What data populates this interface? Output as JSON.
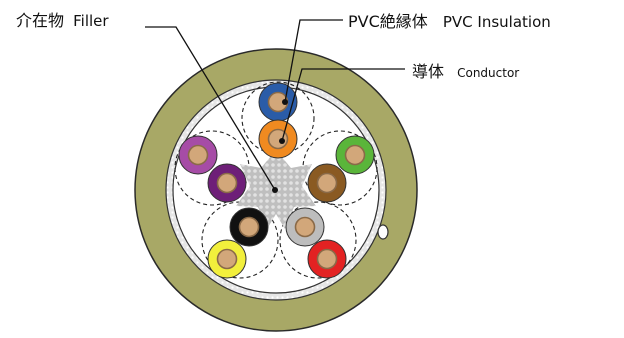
{
  "labels": {
    "filler_jp": "介在物",
    "filler_en": "Filler",
    "insulation_jp": "PVC絶縁体",
    "insulation_en": "PVC Insulation",
    "conductor_jp": "導体",
    "conductor_en": "Conductor"
  },
  "colors": {
    "sheath": "#a8a866",
    "sheath_stroke": "#2a2a2a",
    "shield_fill": "#dedede",
    "inner_fill": "#ffffff",
    "filler_fill": "#c9c9c9",
    "conductor": "#d2a77a",
    "conductor_stroke": "#8a6a48"
  },
  "cores": [
    {
      "color_name": "blue",
      "insulation": "#2a5ca8"
    },
    {
      "color_name": "orange",
      "insulation": "#f08a20"
    },
    {
      "color_name": "green",
      "insulation": "#5ab53a"
    },
    {
      "color_name": "brown",
      "insulation": "#8a5a22"
    },
    {
      "color_name": "gray",
      "insulation": "#bdbdbd"
    },
    {
      "color_name": "red",
      "insulation": "#e32222"
    },
    {
      "color_name": "yellow",
      "insulation": "#f2ef3c"
    },
    {
      "color_name": "black",
      "insulation": "#111111"
    },
    {
      "color_name": "purple",
      "insulation": "#a64ca6"
    },
    {
      "color_name": "dark-purple",
      "insulation": "#6e1f78"
    }
  ]
}
